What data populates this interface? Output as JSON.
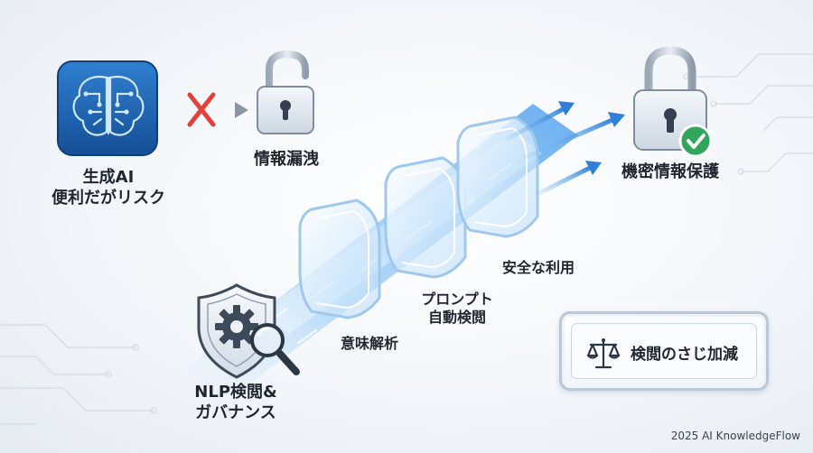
{
  "nodes": {
    "gen_ai": {
      "line1": "生成AI",
      "line2": "便利だがリスク"
    },
    "leak": {
      "label": "情報漏洩"
    },
    "protect": {
      "label": "機密情報保護"
    },
    "nlp": {
      "line1": "NLP検閲&",
      "line2": "ガバナンス"
    },
    "semantic": {
      "label": "意味解析"
    },
    "prompt": {
      "line1": "プロンプト",
      "line2": "自動検閲"
    },
    "safe": {
      "label": "安全な利用"
    },
    "tuning": {
      "label": "検閲のさじ加減"
    }
  },
  "credit": "2025 AI KnowledgeFlow",
  "colors": {
    "brain_bg": "#1e63b0",
    "arrow_blue": "#2f7fd8",
    "cross_red": "#e0413a",
    "check_green": "#2fa65a",
    "text": "#1f2630"
  },
  "icons": [
    "brain-icon",
    "cross-icon",
    "unlock-icon",
    "lock-icon",
    "check-icon",
    "shield-gear-icon",
    "magnifier-icon",
    "scale-icon"
  ]
}
